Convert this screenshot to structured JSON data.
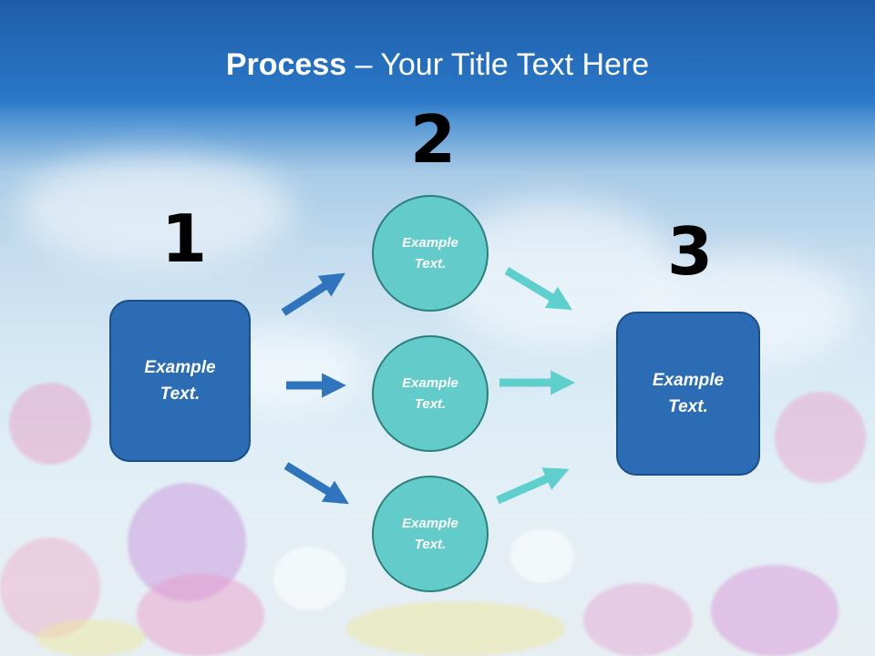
{
  "title": {
    "bold": "Process",
    "rest": " – Your Title Text Here"
  },
  "numbers": [
    "1",
    "2",
    "3"
  ],
  "left_box": {
    "text": "Example Text."
  },
  "circles": [
    {
      "text": "Example Text."
    },
    {
      "text": "Example Text."
    },
    {
      "text": "Example Text."
    }
  ],
  "right_box": {
    "text": "Example Text."
  },
  "colors": {
    "box_fill": "#2b6cb5",
    "circle_fill": "#63cbc9",
    "left_arrow": "#2f74bd",
    "right_arrow": "#5fcfcd"
  }
}
